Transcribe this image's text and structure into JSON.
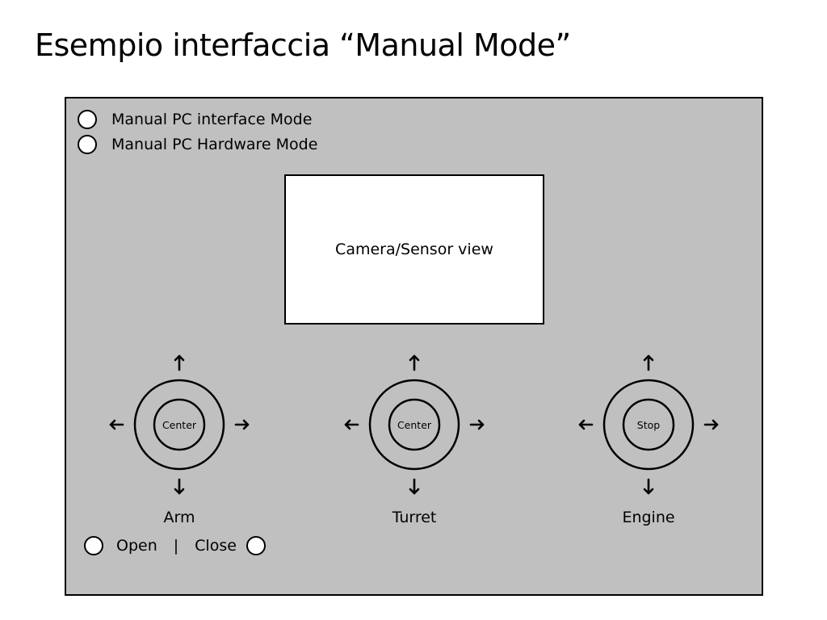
{
  "title": "Esempio interfaccia “Manual Mode”",
  "modes": [
    {
      "label": "Manual PC interface Mode",
      "selected": false
    },
    {
      "label": "Manual PC Hardware Mode",
      "selected": false
    }
  ],
  "camera": {
    "label": "Camera/Sensor view"
  },
  "joysticks": [
    {
      "center_label": "Center",
      "caption": "Arm"
    },
    {
      "center_label": "Center",
      "caption": "Turret"
    },
    {
      "center_label": "Stop",
      "caption": "Engine"
    }
  ],
  "gripper": {
    "open_label": "Open",
    "separator": "|",
    "close_label": "Close"
  },
  "colors": {
    "panel_bg": "#c0c0c0",
    "border": "#000000",
    "control_bg": "#ffffff"
  },
  "icons": [
    "radio-button-icon",
    "arrow-up-icon",
    "arrow-down-icon",
    "arrow-left-icon",
    "arrow-right-icon"
  ]
}
